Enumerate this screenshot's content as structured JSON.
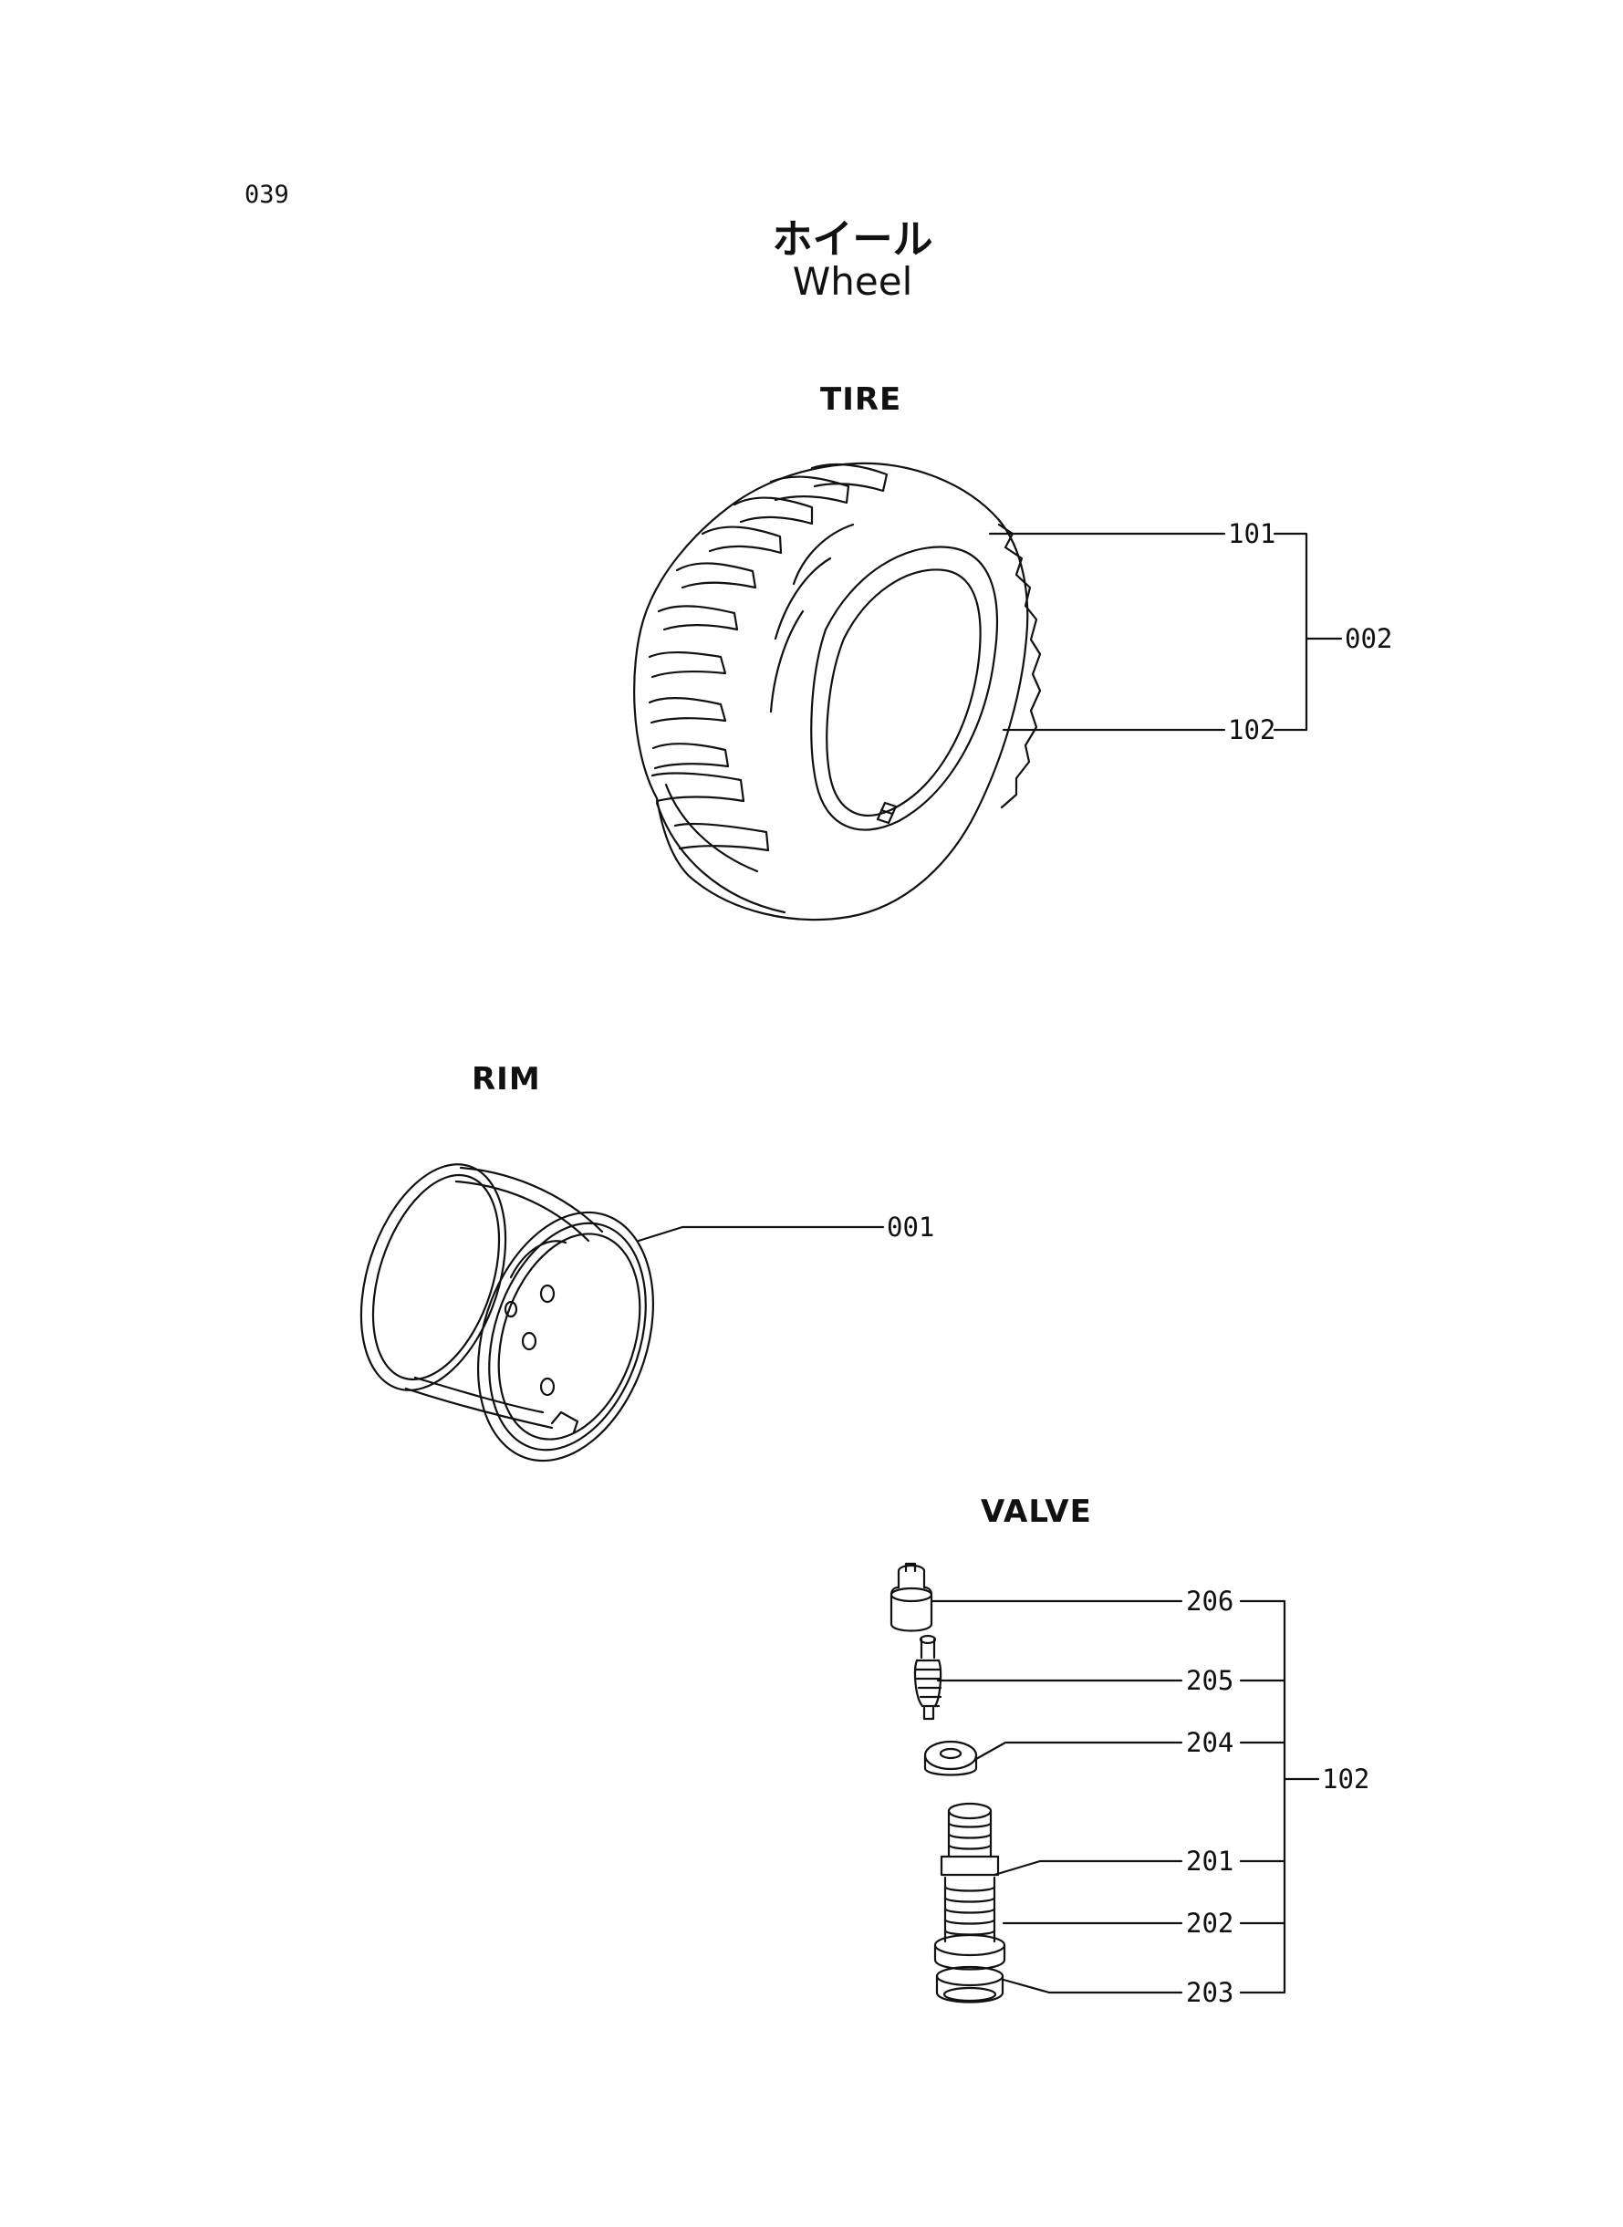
{
  "page_number": "039",
  "title_jp": "ホイール",
  "title_en": "Wheel",
  "sections": {
    "tire": "TIRE",
    "rim": "RIM",
    "valve": "VALVE"
  },
  "callouts": {
    "tire_101": "101",
    "tire_102": "102",
    "tire_002": "002",
    "rim_001": "001",
    "valve_206": "206",
    "valve_205": "205",
    "valve_204": "204",
    "valve_201": "201",
    "valve_202": "202",
    "valve_203": "203",
    "valve_102": "102"
  }
}
